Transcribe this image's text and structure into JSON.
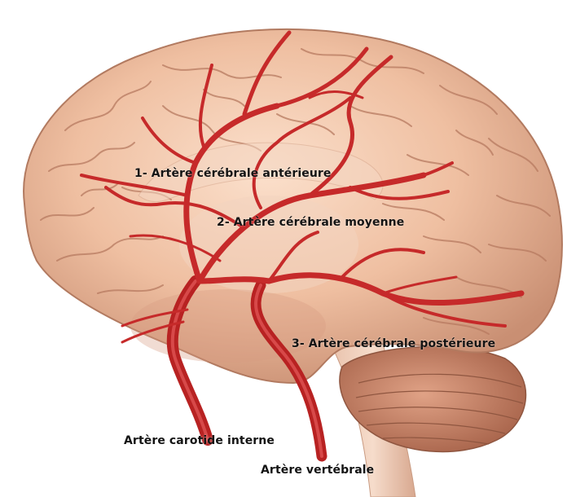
{
  "labels": {
    "anterior": "1- Artère cérébrale antérieure",
    "middle": "2- Artère cérébrale moyenne",
    "posterior": "3- Artère cérébrale postérieure",
    "internal_carotid": "Artère carotide interne",
    "vertebral": "Artère vertébrale"
  },
  "colors": {
    "brain": "#efbfa1",
    "brain_shadow": "#c98f73",
    "sulci": "#b77a60",
    "artery": "#c62a2a",
    "artery_highlight": "#ee6d6d",
    "cerebellum": "#c98467",
    "label_text": "#141414"
  }
}
